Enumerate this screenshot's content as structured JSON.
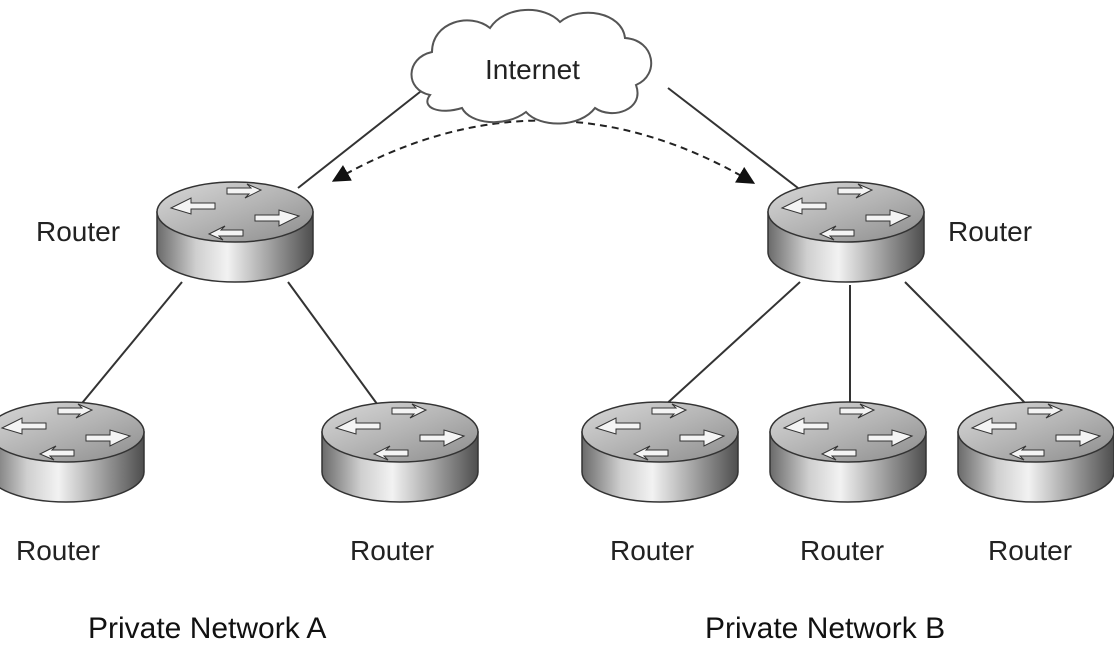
{
  "diagram": {
    "cloud_label": "Internet",
    "routers": {
      "a_top": "Router",
      "b_top": "Router",
      "a_left": "Router",
      "a_right": "Router",
      "b_left": "Router",
      "b_middle": "Router",
      "b_right": "Router"
    },
    "networks": {
      "a": "Private Network A",
      "b": "Private Network B"
    }
  },
  "icons": {
    "router": "router-icon",
    "cloud": "cloud-icon"
  }
}
